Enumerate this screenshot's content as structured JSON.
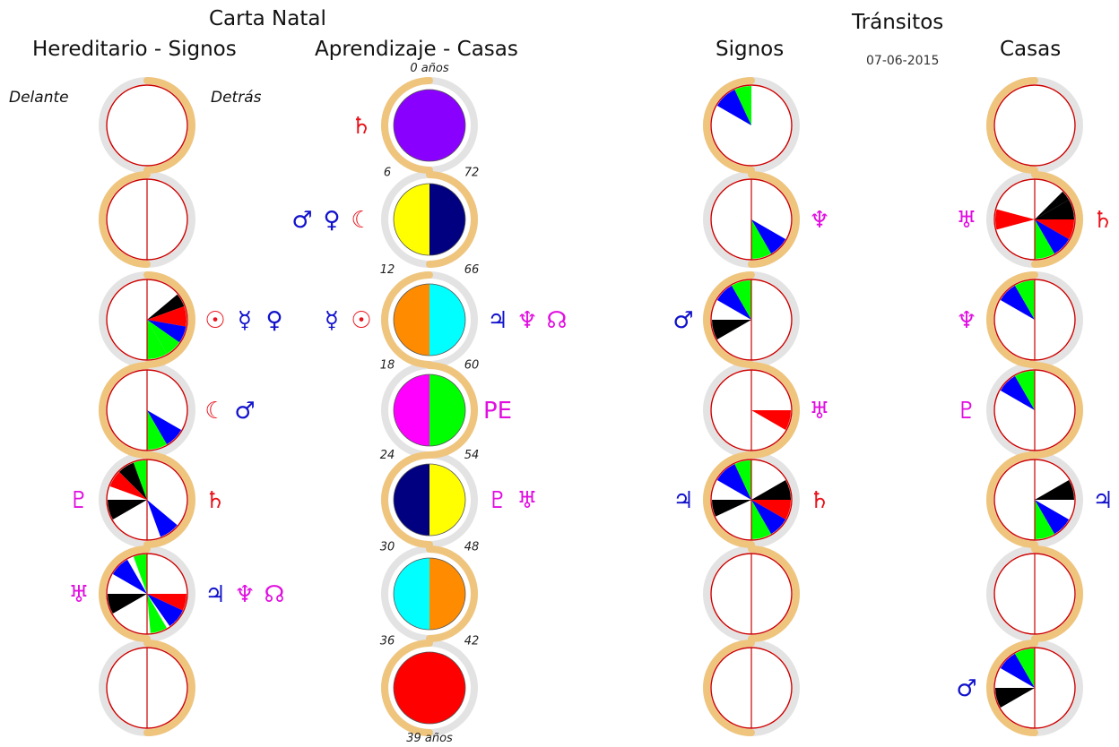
{
  "headers": {
    "carta_natal": "Carta Natal",
    "hereditario_signos": "Hereditario - Signos",
    "aprendizaje_casas": "Aprendizaje - Casas",
    "transitos": "Tránsitos",
    "transitos_date": "07-06-2015",
    "signos": "Signos",
    "casas": "Casas"
  },
  "side_labels": {
    "front": "Delante",
    "back": "Detrás"
  },
  "age_labels": {
    "start": "0 años",
    "end": "39 años",
    "left": [
      "6",
      "12",
      "18",
      "24",
      "30",
      "36"
    ],
    "right": [
      "72",
      "66",
      "60",
      "54",
      "48",
      "42"
    ]
  },
  "colors": {
    "ribbon": "#efc57e",
    "ring": "#e3e3e3",
    "circle_border": "#cc0000",
    "red_glyph": "#e8121b",
    "blue_glyph": "#1212cc",
    "magenta_glyph": "#e00fe0"
  },
  "hereditario_signos": [
    {
      "left": [],
      "right": []
    },
    {
      "left": [],
      "right": []
    },
    {
      "left": [],
      "right": [
        {
          "icon": "sun-icon",
          "symbol": "☉",
          "color": "red"
        },
        {
          "icon": "mercury-icon",
          "symbol": "☿",
          "color": "blue"
        },
        {
          "icon": "venus-icon",
          "symbol": "♀",
          "color": "blue"
        }
      ]
    },
    {
      "left": [],
      "right": [
        {
          "icon": "moon-icon",
          "symbol": "☾",
          "color": "red"
        },
        {
          "icon": "mars-icon",
          "symbol": "♂",
          "color": "blue"
        }
      ]
    },
    {
      "left": [
        {
          "icon": "pluto-icon",
          "symbol": "♇",
          "color": "magenta"
        }
      ],
      "right": [
        {
          "icon": "saturn-icon",
          "symbol": "♄",
          "color": "red"
        }
      ]
    },
    {
      "left": [
        {
          "icon": "uranus-icon",
          "symbol": "♅",
          "color": "magenta"
        }
      ],
      "right": [
        {
          "icon": "jupiter-icon",
          "symbol": "♃",
          "color": "blue"
        },
        {
          "icon": "neptune-icon",
          "symbol": "♆",
          "color": "magenta"
        },
        {
          "icon": "north-node-icon",
          "symbol": "☊",
          "color": "magenta"
        }
      ]
    },
    {
      "left": [],
      "right": []
    }
  ],
  "aprendizaje_casas": [
    {
      "colors": [
        "#8a00ff"
      ],
      "left": [
        {
          "icon": "saturn-icon",
          "symbol": "♄",
          "color": "red"
        }
      ],
      "right": []
    },
    {
      "colors": [
        "#ffff00",
        "#000080"
      ],
      "left": [
        {
          "icon": "mars-icon",
          "symbol": "♂",
          "color": "blue"
        },
        {
          "icon": "venus-icon",
          "symbol": "♀",
          "color": "blue"
        },
        {
          "icon": "moon-icon",
          "symbol": "☾",
          "color": "red"
        }
      ],
      "right": []
    },
    {
      "colors": [
        "#ff8c00",
        "#00ffff"
      ],
      "left": [
        {
          "icon": "mercury-icon",
          "symbol": "☿",
          "color": "blue"
        },
        {
          "icon": "sun-icon",
          "symbol": "☉",
          "color": "red"
        }
      ],
      "right": [
        {
          "icon": "jupiter-icon",
          "symbol": "♃",
          "color": "blue"
        },
        {
          "icon": "neptune-icon",
          "symbol": "♆",
          "color": "magenta"
        },
        {
          "icon": "north-node-icon",
          "symbol": "☊",
          "color": "magenta"
        }
      ]
    },
    {
      "colors": [
        "#ff00ff",
        "#00ff00"
      ],
      "left": [],
      "right": [
        {
          "icon": "pe-label",
          "symbol": "PE",
          "color": "magenta"
        }
      ]
    },
    {
      "colors": [
        "#000080",
        "#ffff00"
      ],
      "left": [],
      "right": [
        {
          "icon": "pluto-icon",
          "symbol": "♇",
          "color": "magenta"
        },
        {
          "icon": "uranus-icon",
          "symbol": "♅",
          "color": "magenta"
        }
      ]
    },
    {
      "colors": [
        "#00ffff",
        "#ff8c00"
      ],
      "left": [],
      "right": []
    },
    {
      "colors": [
        "#ff0000"
      ],
      "left": [],
      "right": []
    }
  ],
  "transitos_signos": [
    {
      "left": [],
      "right": []
    },
    {
      "left": [],
      "right": [
        {
          "icon": "neptune-icon",
          "symbol": "♆",
          "color": "magenta"
        }
      ]
    },
    {
      "left": [
        {
          "icon": "mars-icon",
          "symbol": "♂",
          "color": "blue"
        }
      ],
      "right": []
    },
    {
      "left": [],
      "right": [
        {
          "icon": "uranus-icon",
          "symbol": "♅",
          "color": "magenta"
        }
      ]
    },
    {
      "left": [
        {
          "icon": "jupiter-icon",
          "symbol": "♃",
          "color": "blue"
        }
      ],
      "right": [
        {
          "icon": "saturn-icon",
          "symbol": "♄",
          "color": "red"
        }
      ]
    },
    {
      "left": [],
      "right": []
    },
    {
      "left": [],
      "right": []
    }
  ],
  "transitos_casas": [
    {
      "left": [],
      "right": []
    },
    {
      "left": [
        {
          "icon": "uranus-icon",
          "symbol": "♅",
          "color": "magenta"
        }
      ],
      "right": [
        {
          "icon": "saturn-icon",
          "symbol": "♄",
          "color": "red"
        }
      ]
    },
    {
      "left": [
        {
          "icon": "neptune-icon",
          "symbol": "♆",
          "color": "magenta"
        }
      ],
      "right": []
    },
    {
      "left": [
        {
          "icon": "pluto-icon",
          "symbol": "♇",
          "color": "magenta"
        }
      ],
      "right": []
    },
    {
      "left": [],
      "right": [
        {
          "icon": "jupiter-icon",
          "symbol": "♃",
          "color": "blue"
        }
      ]
    },
    {
      "left": [],
      "right": []
    },
    {
      "left": [
        {
          "icon": "mars-icon",
          "symbol": "♂",
          "color": "blue"
        }
      ],
      "right": []
    }
  ]
}
